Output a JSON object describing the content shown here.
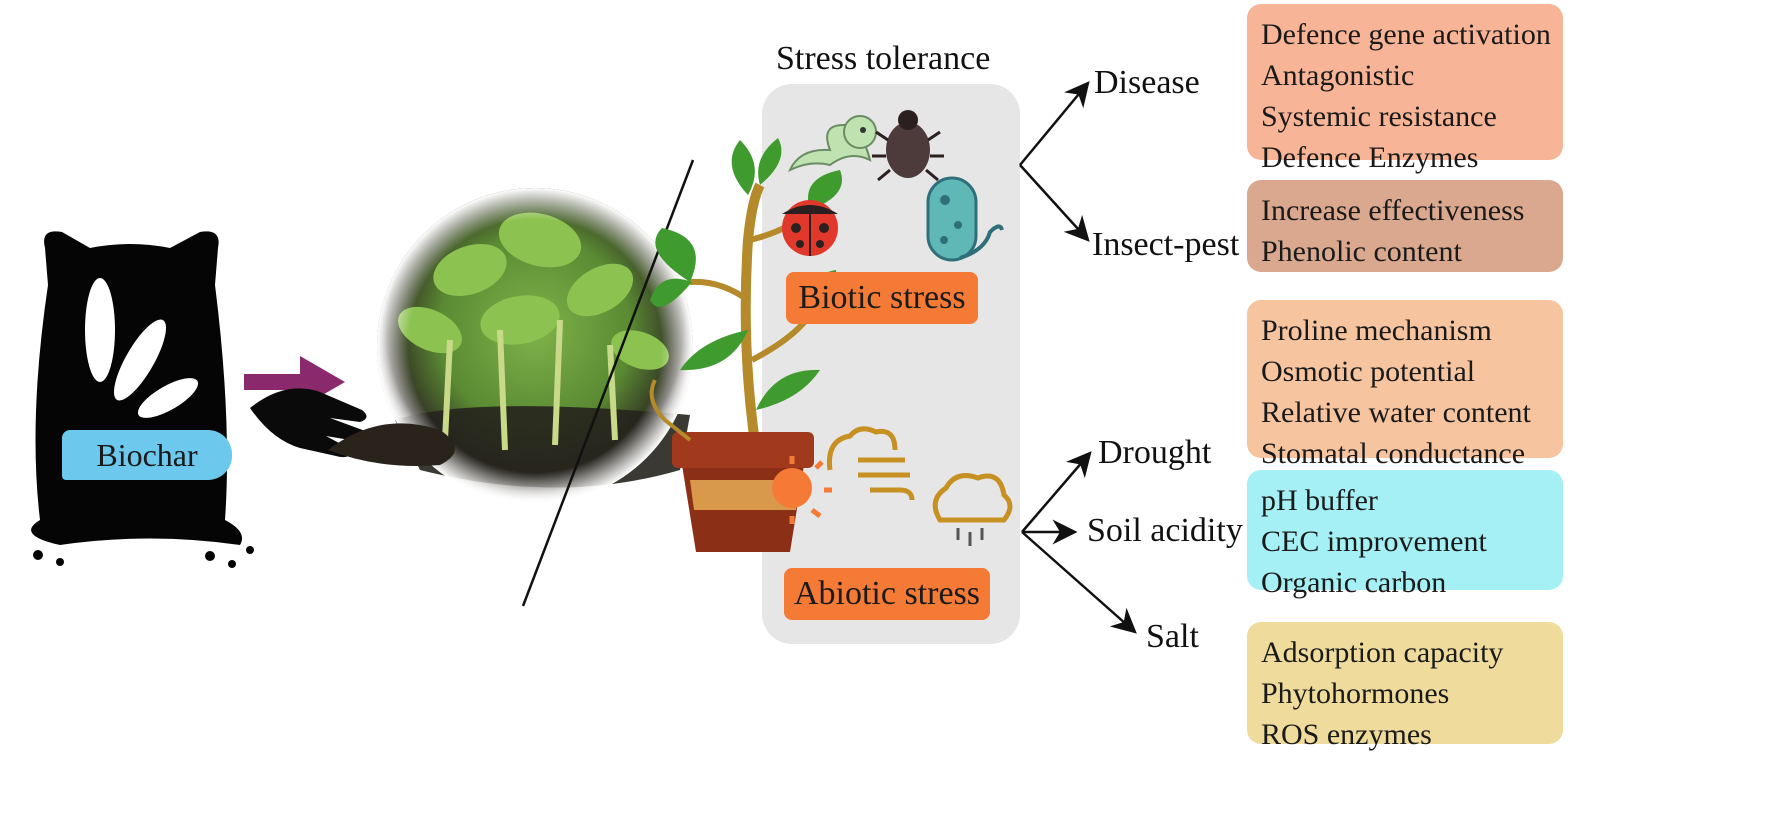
{
  "header": {
    "title": "Stress tolerance"
  },
  "biochar": {
    "label": "Biochar"
  },
  "stress_panel": {
    "biotic_label": "Biotic stress",
    "abiotic_label": "Abiotic stress"
  },
  "branches": [
    {
      "label": "Disease",
      "color": "#f8b496",
      "items": [
        "Defence gene activation",
        "Antagonistic",
        "Systemic resistance",
        "Defence Enzymes"
      ]
    },
    {
      "label": "Insect-pest",
      "color": "#d9a88e",
      "items": [
        "Increase effectiveness",
        "Phenolic content"
      ]
    },
    {
      "label": "Drought",
      "color": "#f7c4a0",
      "items": [
        "Proline mechanism",
        "Osmotic potential",
        "Relative water content",
        "Stomatal conductance"
      ]
    },
    {
      "label": "Soil acidity",
      "color": "#a5f0f5",
      "items": [
        "pH buffer",
        "CEC improvement",
        "Organic carbon"
      ]
    },
    {
      "label": "Salt",
      "color": "#efdc9c",
      "items": [
        "Adsorption capacity",
        "Phytohormones",
        "ROS enzymes"
      ]
    }
  ],
  "icons": [
    "biochar-bag-icon",
    "arrow-right-icon",
    "hand-icon",
    "seedling-photo",
    "potted-plant-icon",
    "caterpillar-icon",
    "beetle-icon",
    "ladybug-icon",
    "bacterium-icon",
    "sun-icon",
    "wind-icon",
    "rain-cloud-icon"
  ],
  "colors": {
    "accent_tag": "#f47a35",
    "arrow_purple": "#8a2a6c",
    "panel_bg": "#e6e6e6"
  }
}
